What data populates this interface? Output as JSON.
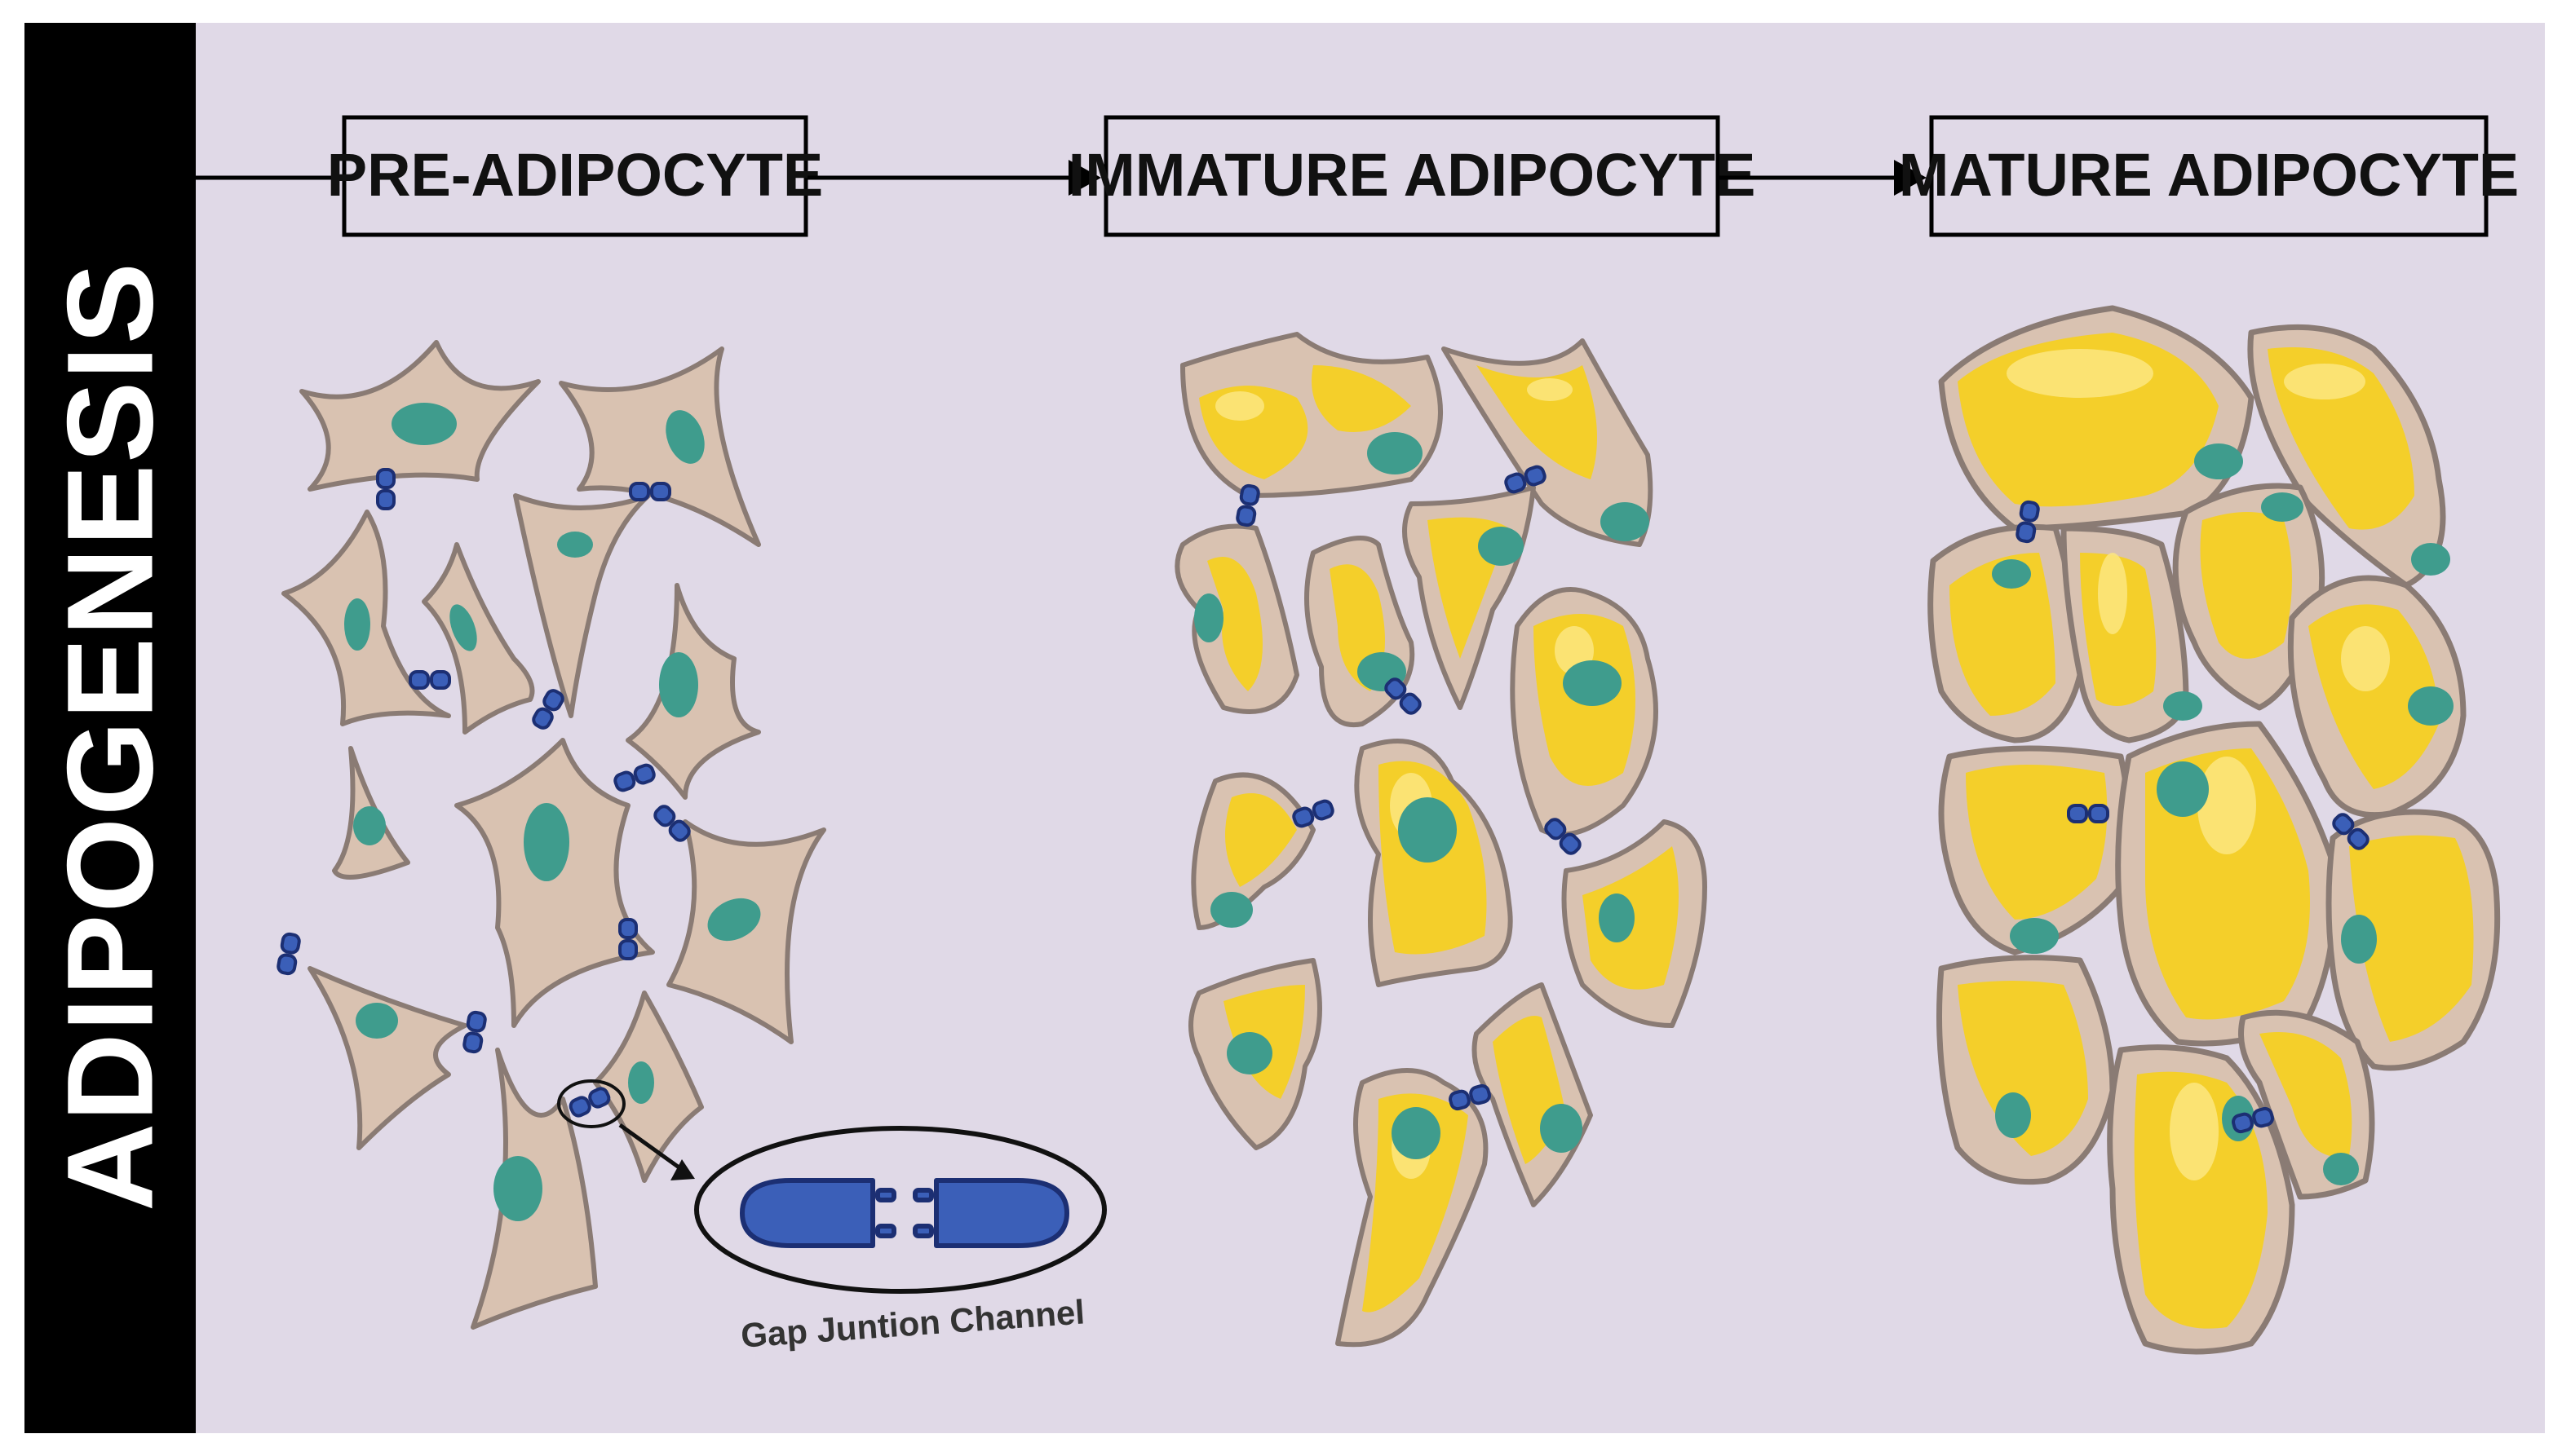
{
  "side_title": "ADIPOGENESIS",
  "stages": [
    {
      "label": "PRE-ADIPOCYTE"
    },
    {
      "label": "IMMATURE ADIPOCYTE"
    },
    {
      "label": "MATURE ADIPOCYTE"
    }
  ],
  "inset_label": "Gap Juntion Channel",
  "colors": {
    "background": "#e0d9e7",
    "side_bar": "#000000",
    "cell_fill": "#d9c2b1",
    "cell_outline": "#8a7b74",
    "nucleus": "#3f9c8d",
    "lipid": "#f4cf2a",
    "lipid_light": "#fbe680",
    "gap_junction": "#3b5fb8",
    "gap_junction_outline": "#1c2f73"
  }
}
